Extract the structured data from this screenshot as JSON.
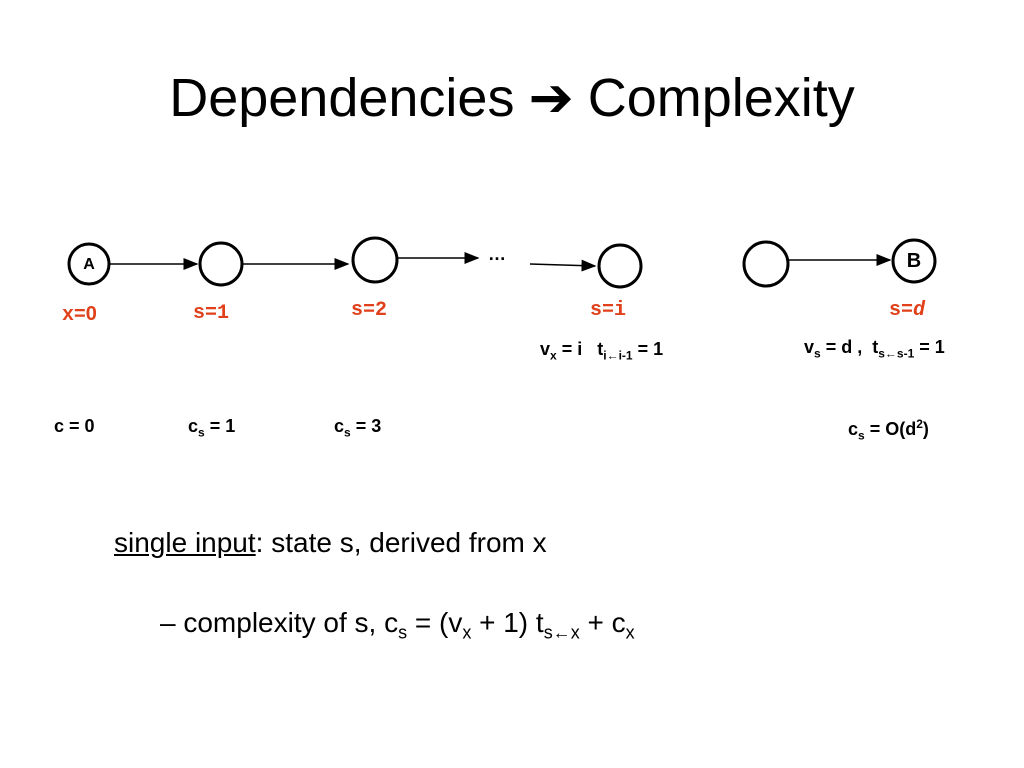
{
  "title": {
    "left": "Dependencies",
    "arrow": "➔",
    "right": "Complexity"
  },
  "diagram": {
    "node_a": "A",
    "node_b": "B",
    "ellipsis": "…",
    "state_labels": {
      "x0": {
        "name": "x",
        "eq": "=",
        "val": "0"
      },
      "s1": "s=1",
      "s2": "s=2",
      "si": "s=i",
      "sd": {
        "name": "s=",
        "val": "d"
      }
    },
    "annotations": {
      "vx_left": "v",
      "vx_sub": "x",
      "vx_eq": " = i",
      "t_left": "t",
      "t_sub": "i←i-1",
      "t_eq": " = 1",
      "vs_left": "v",
      "vs_sub": "s",
      "vs_eq": " = d ,",
      "ts_left": "t",
      "ts_sub": "s←s-1",
      "ts_eq": " = 1"
    },
    "costs": {
      "c0": "c = 0",
      "c1_left": "c",
      "c1_sub": "s",
      "c1_eq": " = 1",
      "c3_left": "c",
      "c3_sub": "s",
      "c3_eq": " = 3",
      "cd_left": "c",
      "cd_sub": "s",
      "cd_eq": " = O(d",
      "cd_sup": "2",
      "cd_close": ")"
    }
  },
  "bullets": {
    "single_input_label": "single input",
    "single_input_rest": ":  state s, derived from x",
    "complexity_prefix": "– complexity of s,  c",
    "complexity_s": "s",
    "complexity_mid1": " = (v",
    "complexity_x1": "x",
    "complexity_mid2": " + 1) t",
    "complexity_sx": "s←x",
    "complexity_mid3": "  + c",
    "complexity_x2": "x"
  }
}
